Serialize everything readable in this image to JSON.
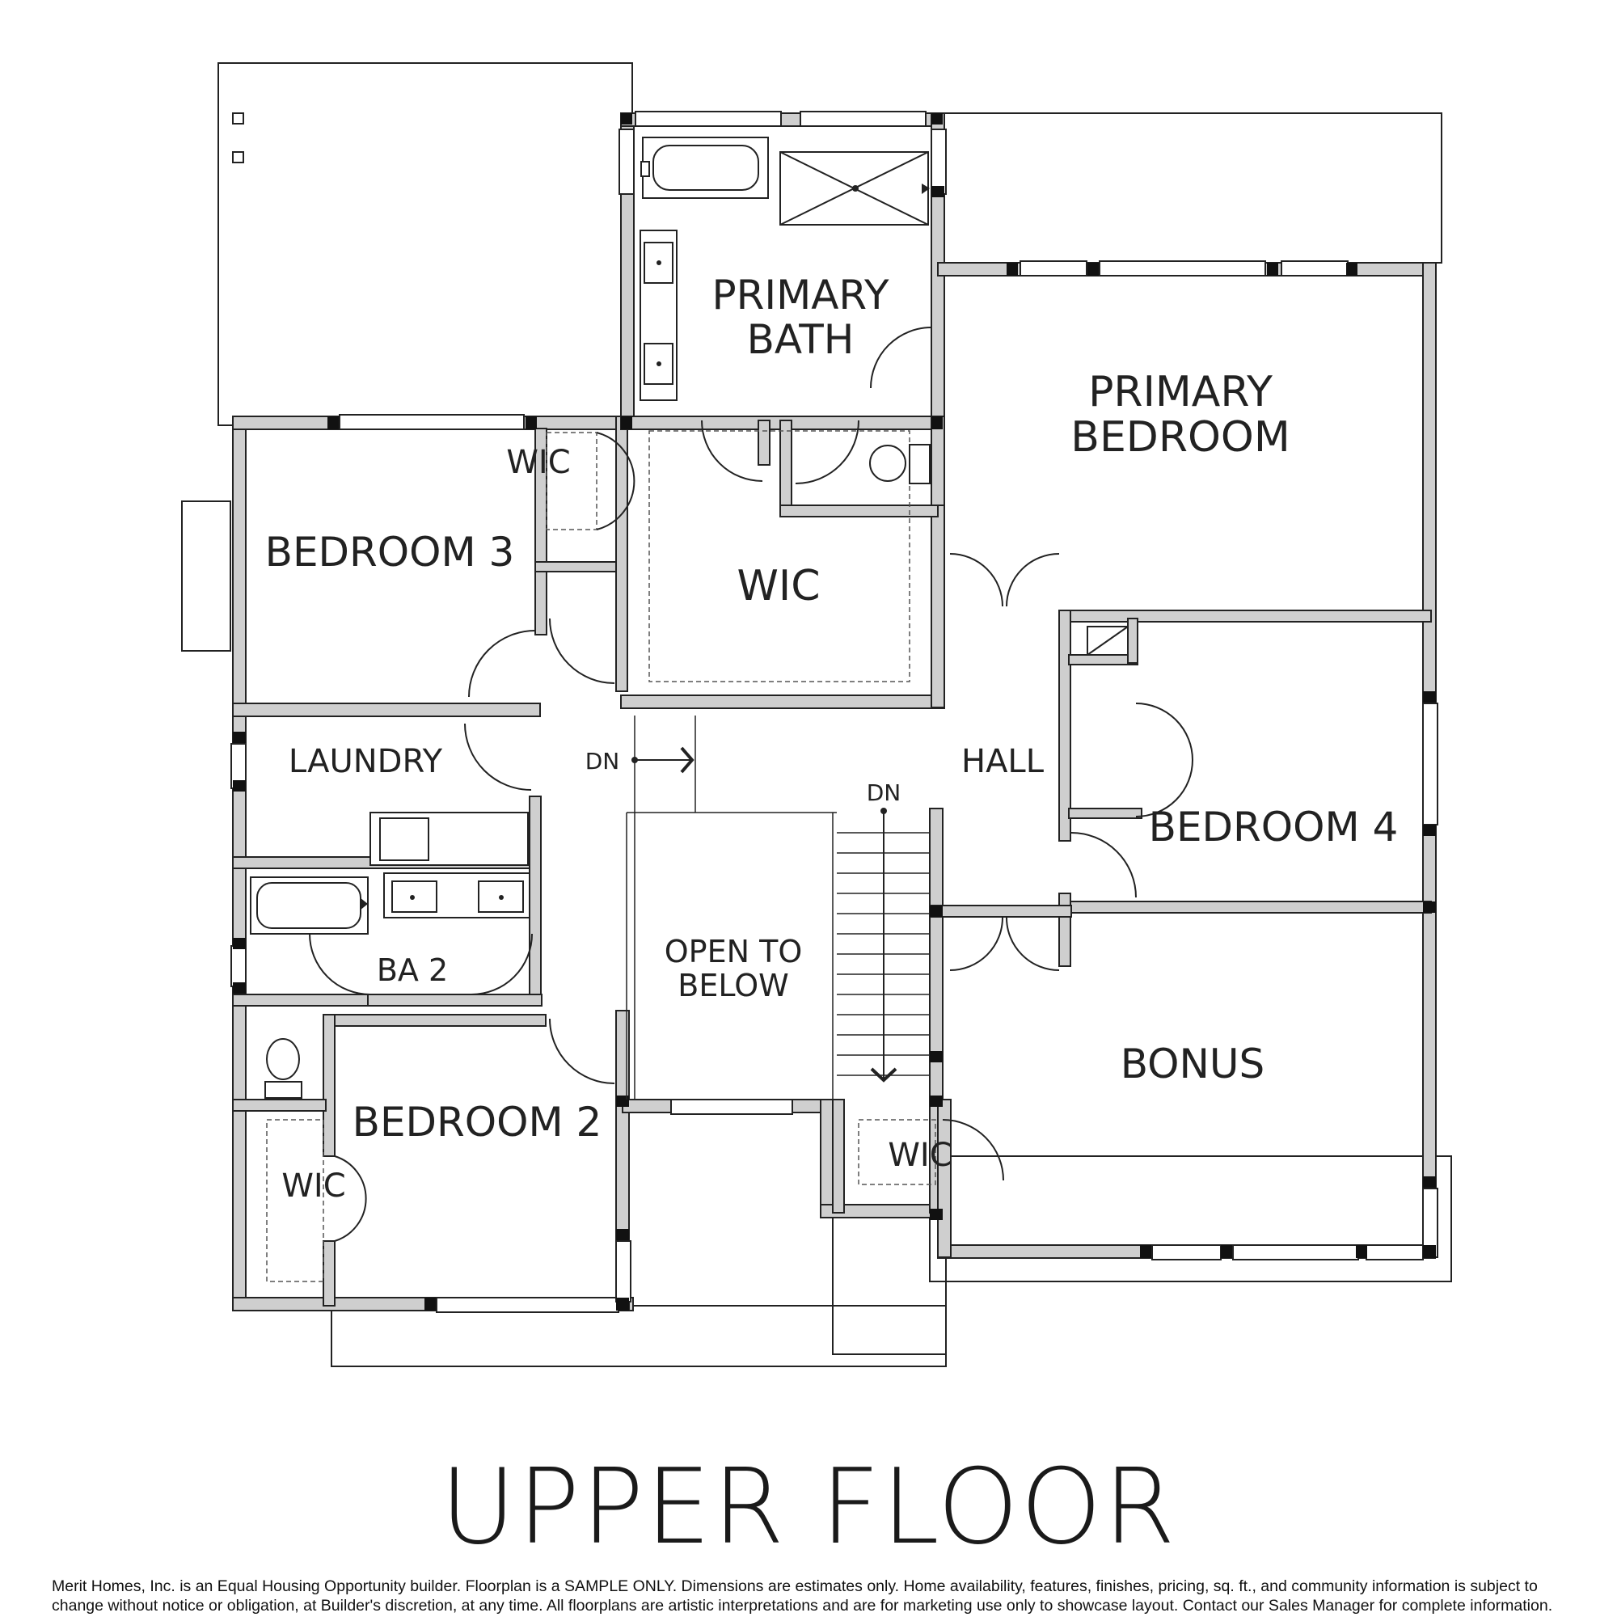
{
  "title": "UPPER FLOOR",
  "disclaimer": "Merit Homes, Inc. is an Equal Housing Opportunity builder. Floorplan is a SAMPLE ONLY. Dimensions are estimates only. Home availability, features, finishes, pricing, sq. ft., and community information is subject to change without notice or obligation, at Builder's discretion, at any time. All floorplans are artistic interpretations and are for marketing use only to showcase layout. Contact our Sales Manager for complete information.",
  "rooms": {
    "primary_bath_1": "PRIMARY",
    "primary_bath_2": "BATH",
    "primary_bedroom_1": "PRIMARY",
    "primary_bedroom_2": "BEDROOM",
    "bedroom3": "BEDROOM 3",
    "wic_bedroom3": "WIC",
    "wic_primary": "WIC",
    "laundry": "LAUNDRY",
    "hall": "HALL",
    "bedroom4": "BEDROOM 4",
    "open_to_below_1": "OPEN TO",
    "open_to_below_2": "BELOW",
    "ba2": "BA 2",
    "bedroom2": "BEDROOM 2",
    "wic_bedroom2": "WIC",
    "bonus": "BONUS",
    "wic_bonus": "WIC",
    "dn_left": "DN",
    "dn_right": "DN"
  },
  "colors": {
    "wall_fill": "#cfcfcf",
    "wall_stroke": "#222222",
    "post": "#111111"
  }
}
